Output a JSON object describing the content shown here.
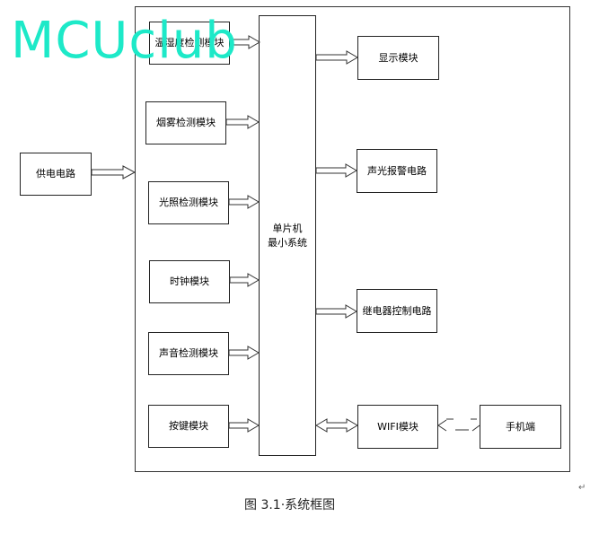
{
  "diagram": {
    "power": {
      "label": "供电电路"
    },
    "inputs": [
      {
        "label": "温湿度检测模块"
      },
      {
        "label": "烟雾检测模块"
      },
      {
        "label": "光照检测模块"
      },
      {
        "label": "时钟模块"
      },
      {
        "label": "声音检测模块"
      },
      {
        "label": "按键模块"
      }
    ],
    "mcu": {
      "line1": "单片机",
      "line2": "最小系统"
    },
    "outputs": [
      {
        "label": "显示模块"
      },
      {
        "label": "声光报警电路"
      },
      {
        "label": "继电器控制电路"
      }
    ],
    "wifi": {
      "label": "WIFI模块"
    },
    "phone": {
      "label": "手机端"
    }
  },
  "watermark": "MCUclub",
  "caption": "图 3.1·系统框图",
  "paragraph_marks": [
    "↵",
    "↵"
  ],
  "colors": {
    "watermark": "#1de9c8",
    "border": "#222222"
  }
}
